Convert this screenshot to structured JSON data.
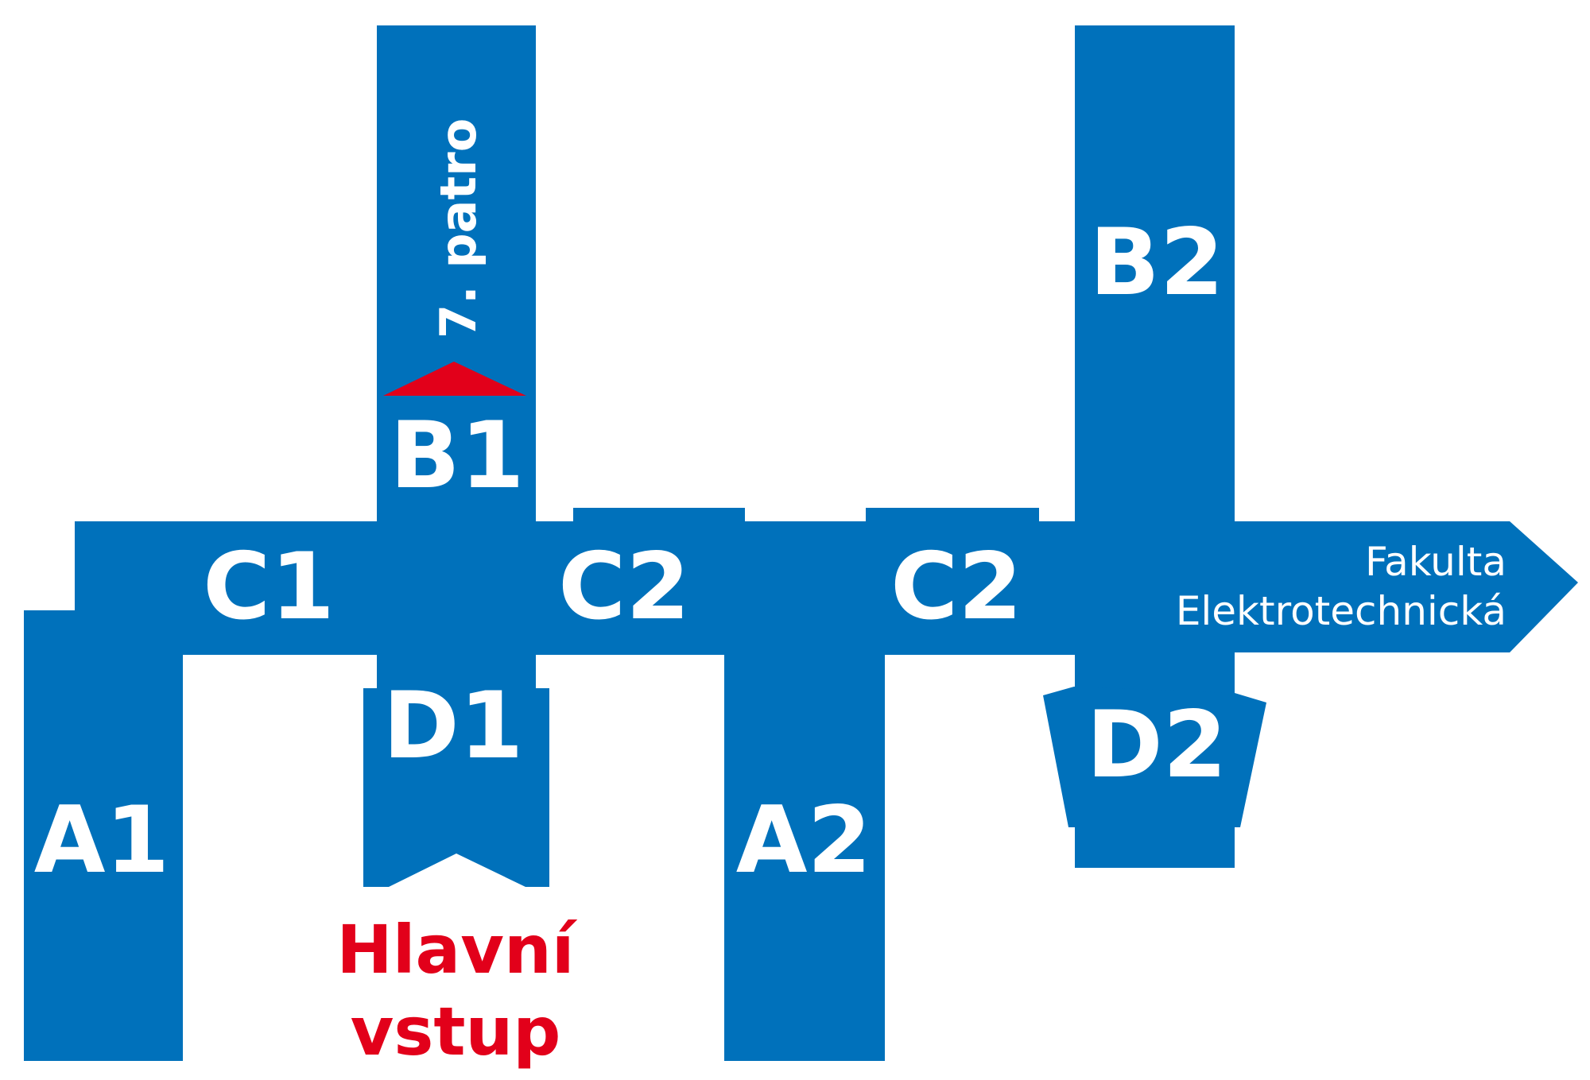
{
  "colors": {
    "building": "#0071BB",
    "accent": "#E2001A",
    "background": "#FFFFFF"
  },
  "wings": {
    "a1": "A1",
    "a2": "A2",
    "b1": "B1",
    "b2": "B2",
    "c1": "C1",
    "c2_left": "C2",
    "c2_right": "C2",
    "d1": "D1",
    "d2": "D2"
  },
  "floor_note": "7. patro",
  "entrance": {
    "line1": "Hlavní",
    "line2": "vstup"
  },
  "destination": {
    "line1": "Fakulta",
    "line2": "Elektrotechnická"
  },
  "icons": {
    "floor_marker": "up-triangle-icon",
    "entrance_marker": "entrance-notch-icon",
    "destination_arrow": "right-arrow-icon"
  }
}
